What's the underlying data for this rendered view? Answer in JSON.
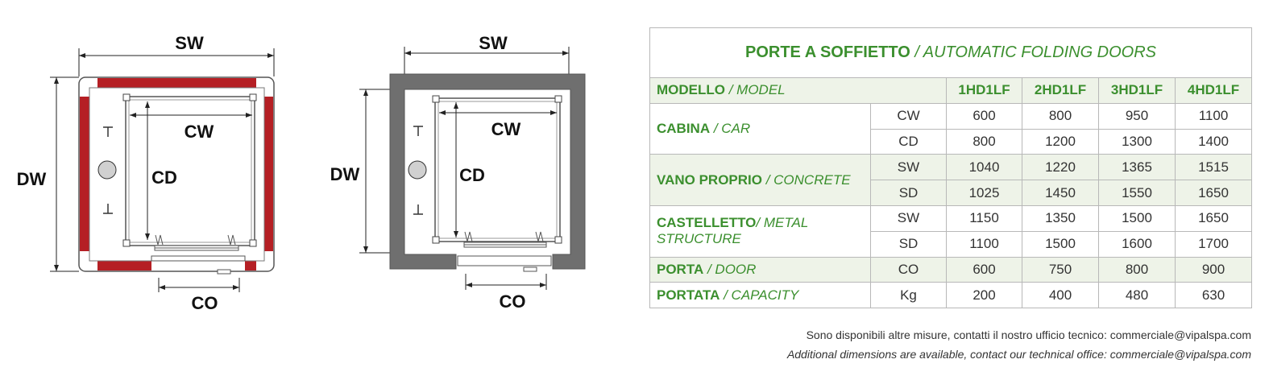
{
  "drawing_1": {
    "label_sw": "SW",
    "label_dw": "DW",
    "label_cw": "CW",
    "label_cd": "CD",
    "label_co": "CO",
    "colors": {
      "wall": "#b51f24"
    }
  },
  "drawing_2": {
    "label_sw": "SW",
    "label_dw": "DW",
    "label_cw": "CW",
    "label_cd": "CD",
    "label_co": "CO",
    "colors": {
      "wall": "#6f6f6f"
    }
  },
  "table": {
    "title_main": "PORTE A SOFFIETTO",
    "title_sub": "/ AUTOMATIC FOLDING DOORS",
    "header": {
      "label_main": "MODELLO",
      "label_sub": " / MODEL",
      "models": [
        "1HD1LF",
        "2HD1LF",
        "3HD1LF",
        "4HD1LF"
      ]
    },
    "groups": [
      {
        "label_main": "CABINA",
        "label_sub": " / CAR",
        "rows": [
          {
            "unit": "CW",
            "values": [
              "600",
              "800",
              "950",
              "1100"
            ]
          },
          {
            "unit": "CD",
            "values": [
              "800",
              "1200",
              "1300",
              "1400"
            ]
          }
        ]
      },
      {
        "label_main": "VANO PROPRIO",
        "label_sub": " / CONCRETE",
        "rows": [
          {
            "unit": "SW",
            "values": [
              "1040",
              "1220",
              "1365",
              "1515"
            ]
          },
          {
            "unit": "SD",
            "values": [
              "1025",
              "1450",
              "1550",
              "1650"
            ]
          }
        ]
      },
      {
        "label_main": "CASTELLETTO",
        "label_sub": "/ METAL STRUCTURE",
        "rows": [
          {
            "unit": "SW",
            "values": [
              "1150",
              "1350",
              "1500",
              "1650"
            ]
          },
          {
            "unit": "SD",
            "values": [
              "1100",
              "1500",
              "1600",
              "1700"
            ]
          }
        ]
      },
      {
        "label_main": "PORTA",
        "label_sub": " / DOOR",
        "rows": [
          {
            "unit": "CO",
            "values": [
              "600",
              "750",
              "800",
              "900"
            ]
          }
        ]
      },
      {
        "label_main": "PORTATA",
        "label_sub": " / CAPACITY",
        "rows": [
          {
            "unit": "Kg",
            "values": [
              "200",
              "400",
              "480",
              "630"
            ]
          }
        ]
      }
    ],
    "colors": {
      "accent": "#3b8f2e",
      "shade": "#eef3e8",
      "border": "#b8b8b8"
    }
  },
  "notes": {
    "it": "Sono disponibili altre misure, contatti il nostro ufficio tecnico: commerciale@vipalspa.com",
    "en": "Additional dimensions are available, contact our technical office: commerciale@vipalspa.com"
  }
}
